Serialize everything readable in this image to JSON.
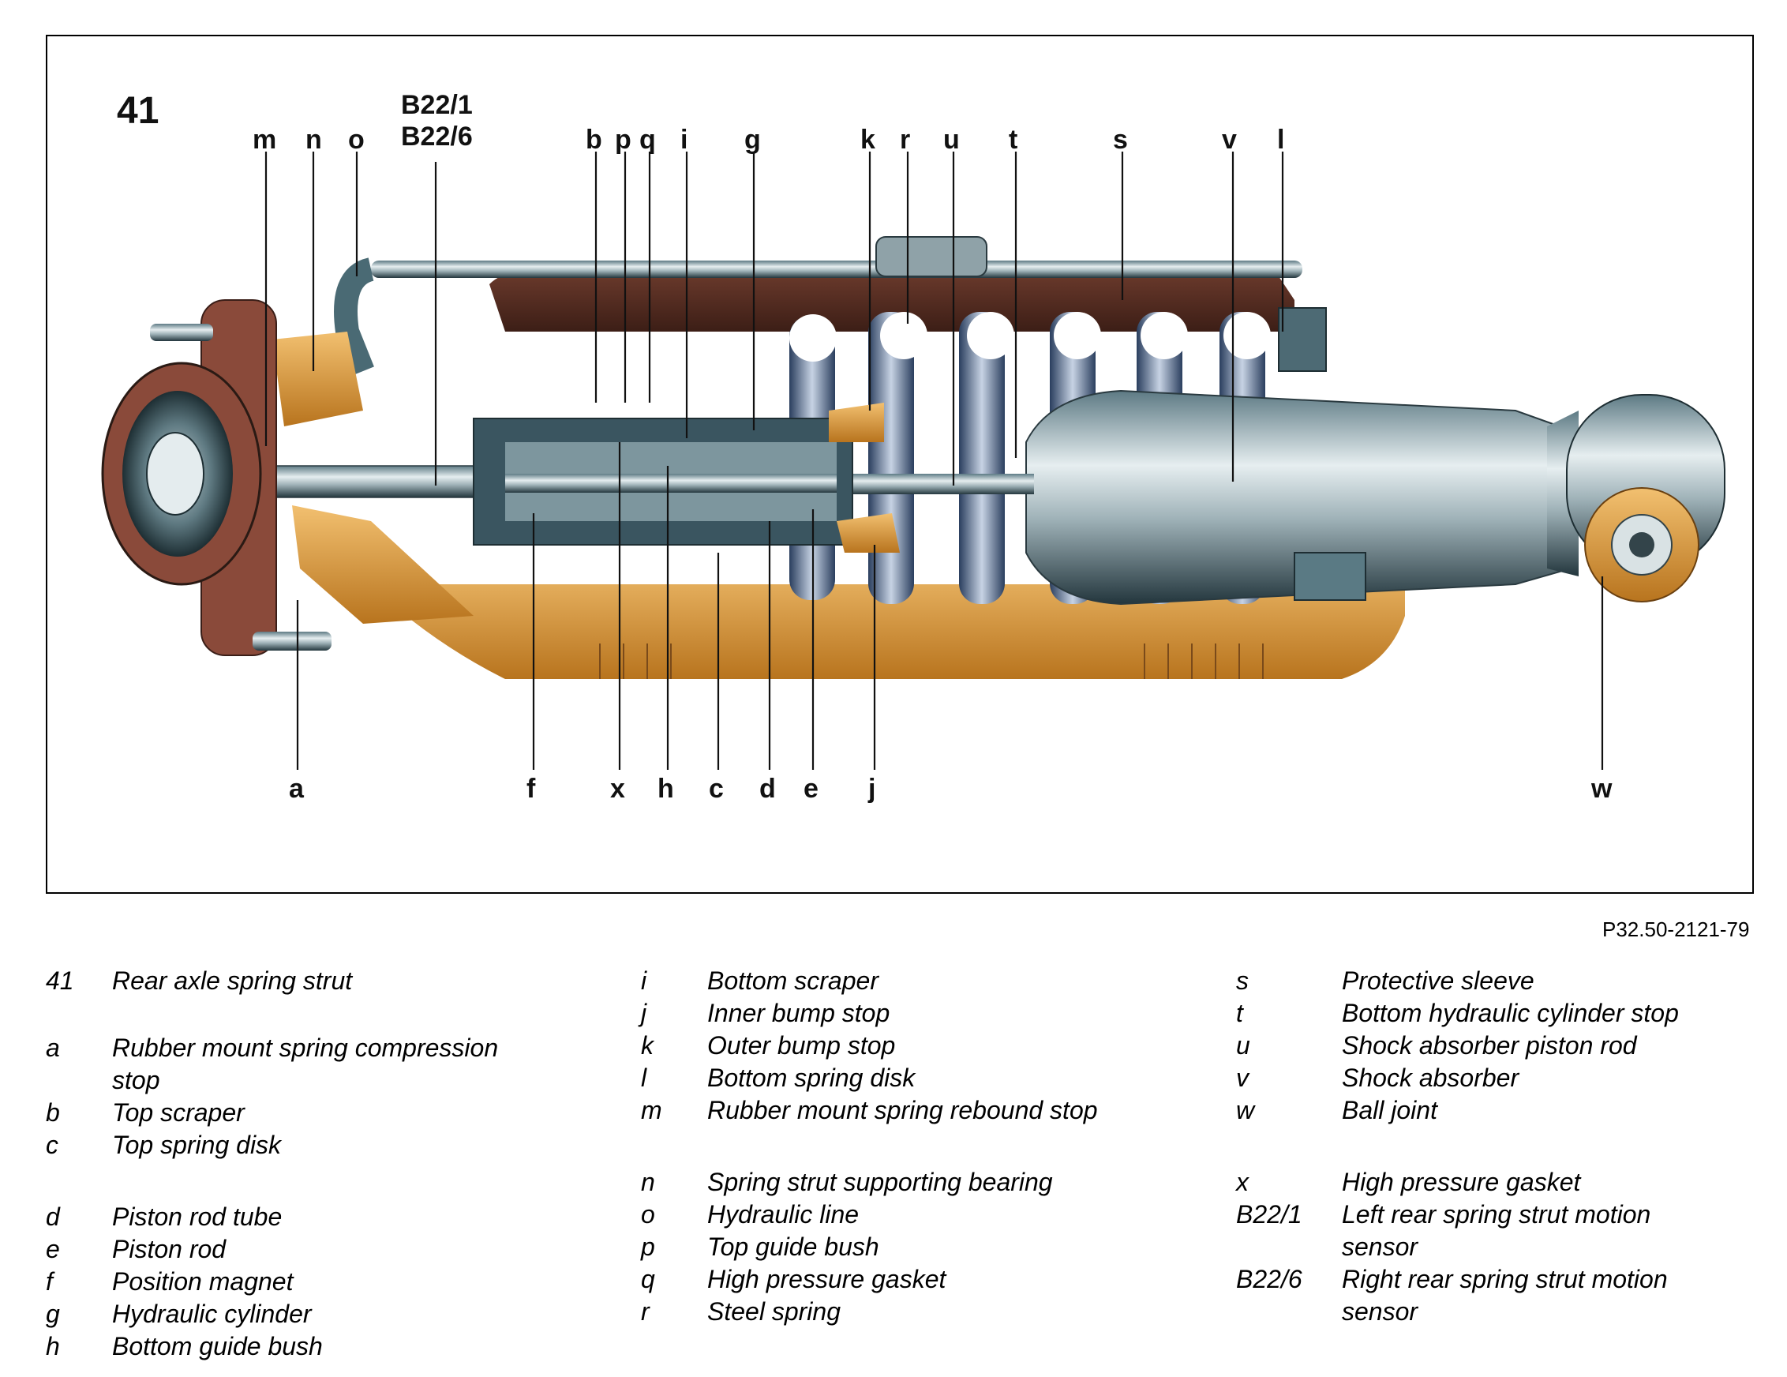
{
  "figure_number": "41",
  "figure_ref": "P32.50-2121-79",
  "callouts": {
    "m": "m",
    "n": "n",
    "o": "o",
    "b221": "B22/1",
    "b226": "B22/6",
    "b": "b",
    "p": "p",
    "q": "q",
    "i": "i",
    "g": "g",
    "k": "k",
    "r": "r",
    "u": "u",
    "t": "t",
    "s": "s",
    "v": "v",
    "l": "l",
    "a": "a",
    "f": "f",
    "x": "x",
    "h": "h",
    "c": "c",
    "d": "d",
    "e": "e",
    "j": "j",
    "w": "w"
  },
  "legend": {
    "col1": [
      {
        "key": "41",
        "text": "Rear axle spring strut"
      },
      {
        "key": "a",
        "text": "Rubber mount spring compression stop"
      },
      {
        "key": "b",
        "text": "Top scraper"
      },
      {
        "key": "c",
        "text": "Top spring disk"
      },
      {
        "key": "d",
        "text": "Piston rod tube"
      },
      {
        "key": "e",
        "text": "Piston rod"
      },
      {
        "key": "f",
        "text": "Position magnet"
      },
      {
        "key": "g",
        "text": "Hydraulic cylinder"
      },
      {
        "key": "h",
        "text": "Bottom guide bush"
      }
    ],
    "col2": [
      {
        "key": "i",
        "text": "Bottom scraper"
      },
      {
        "key": "j",
        "text": "Inner bump stop"
      },
      {
        "key": "k",
        "text": "Outer bump stop"
      },
      {
        "key": "l",
        "text": "Bottom spring disk"
      },
      {
        "key": "m",
        "text": "Rubber mount spring rebound stop"
      },
      {
        "key": "n",
        "text": "Spring strut supporting bearing"
      },
      {
        "key": "o",
        "text": "Hydraulic line"
      },
      {
        "key": "p",
        "text": "Top guide bush"
      },
      {
        "key": "q",
        "text": "High pressure gasket"
      },
      {
        "key": "r",
        "text": "Steel spring"
      }
    ],
    "col3": [
      {
        "key": "s",
        "text": "Protective sleeve"
      },
      {
        "key": "t",
        "text": "Bottom hydraulic cylinder stop"
      },
      {
        "key": "u",
        "text": "Shock absorber piston rod"
      },
      {
        "key": "v",
        "text": "Shock absorber"
      },
      {
        "key": "w",
        "text": "Ball joint"
      },
      {
        "key": "x",
        "text": "High pressure gasket"
      },
      {
        "key": "B22/1",
        "text": "Left rear spring strut motion sensor"
      },
      {
        "key": "B22/6",
        "text": "Right rear spring strut motion sensor"
      }
    ]
  },
  "colors": {
    "rubber": "#d8952e",
    "steel_dark": "#2f4e58",
    "steel_light": "#b8c6cc",
    "mount_copper": "#8a4a3a"
  }
}
